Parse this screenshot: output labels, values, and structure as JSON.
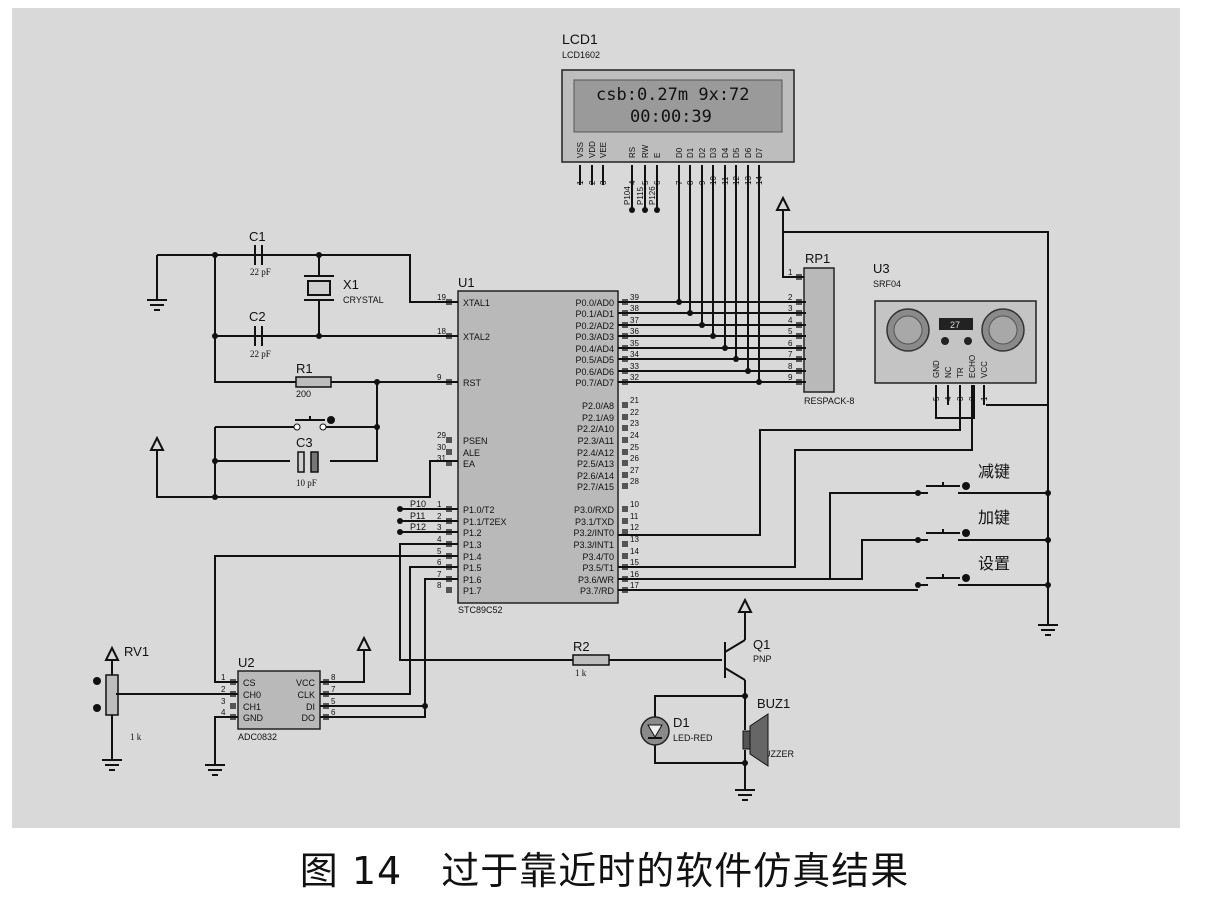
{
  "figure": {
    "caption": "图 14　过于靠近时的软件仿真结果"
  },
  "lcd": {
    "ref": "LCD1",
    "model": "LCD1602",
    "line1": "csb:0.27m 9x:72",
    "line2": "00:00:39",
    "pin_labels": [
      "VSS",
      "VDD",
      "VEE",
      "RS",
      "RW",
      "E",
      "D0",
      "D1",
      "D2",
      "D3",
      "D4",
      "D5",
      "D6",
      "D7"
    ],
    "pin_numbers": [
      "1",
      "2",
      "3",
      "4",
      "5",
      "6",
      "7",
      "8",
      "9",
      "10",
      "11",
      "12",
      "13",
      "14"
    ],
    "net_labels": [
      "P104",
      "P115",
      "P126"
    ]
  },
  "mcu": {
    "ref": "U1",
    "model": "STC89C52",
    "left_pins": [
      {
        "num": "19",
        "name": "XTAL1"
      },
      {
        "num": "18",
        "name": "XTAL2"
      },
      {
        "num": "9",
        "name": "RST"
      },
      {
        "num": "29",
        "name": "PSEN"
      },
      {
        "num": "30",
        "name": "ALE"
      },
      {
        "num": "31",
        "name": "EA"
      },
      {
        "num": "1",
        "name": "P1.0/T2"
      },
      {
        "num": "2",
        "name": "P1.1/T2EX"
      },
      {
        "num": "3",
        "name": "P1.2"
      },
      {
        "num": "4",
        "name": "P1.3"
      },
      {
        "num": "5",
        "name": "P1.4"
      },
      {
        "num": "6",
        "name": "P1.5"
      },
      {
        "num": "7",
        "name": "P1.6"
      },
      {
        "num": "8",
        "name": "P1.7"
      }
    ],
    "left_nets": [
      "P10",
      "P11",
      "P12"
    ],
    "right_pins": [
      {
        "num": "39",
        "name": "P0.0/AD0"
      },
      {
        "num": "38",
        "name": "P0.1/AD1"
      },
      {
        "num": "37",
        "name": "P0.2/AD2"
      },
      {
        "num": "36",
        "name": "P0.3/AD3"
      },
      {
        "num": "35",
        "name": "P0.4/AD4"
      },
      {
        "num": "34",
        "name": "P0.5/AD5"
      },
      {
        "num": "33",
        "name": "P0.6/AD6"
      },
      {
        "num": "32",
        "name": "P0.7/AD7"
      },
      {
        "num": "21",
        "name": "P2.0/A8"
      },
      {
        "num": "22",
        "name": "P2.1/A9"
      },
      {
        "num": "23",
        "name": "P2.2/A10"
      },
      {
        "num": "24",
        "name": "P2.3/A11"
      },
      {
        "num": "25",
        "name": "P2.4/A12"
      },
      {
        "num": "26",
        "name": "P2.5/A13"
      },
      {
        "num": "27",
        "name": "P2.6/A14"
      },
      {
        "num": "28",
        "name": "P2.7/A15"
      },
      {
        "num": "10",
        "name": "P3.0/RXD"
      },
      {
        "num": "11",
        "name": "P3.1/TXD"
      },
      {
        "num": "12",
        "name": "P3.2/INT0"
      },
      {
        "num": "13",
        "name": "P3.3/INT1"
      },
      {
        "num": "14",
        "name": "P3.4/T0"
      },
      {
        "num": "15",
        "name": "P3.5/T1"
      },
      {
        "num": "16",
        "name": "P3.6/WR"
      },
      {
        "num": "17",
        "name": "P3.7/RD"
      }
    ]
  },
  "rp1": {
    "ref": "RP1",
    "model": "RESPACK-8",
    "pins": [
      "1",
      "2",
      "3",
      "4",
      "5",
      "6",
      "7",
      "8",
      "9"
    ]
  },
  "u3": {
    "ref": "U3",
    "model": "SRF04",
    "readout": "27",
    "pin_labels": [
      "GND",
      "NC",
      "TR",
      "ECHO",
      "VCC"
    ],
    "pin_numbers": [
      "5",
      "4",
      "3",
      "2",
      "1"
    ]
  },
  "c1": {
    "ref": "C1",
    "value": "22 pF"
  },
  "c2": {
    "ref": "C2",
    "value": "22 pF"
  },
  "x1": {
    "ref": "X1",
    "model": "CRYSTAL"
  },
  "r1": {
    "ref": "R1",
    "value": "200"
  },
  "c3": {
    "ref": "C3",
    "value": "10 pF"
  },
  "rv1": {
    "ref": "RV1",
    "value": "1 k"
  },
  "u2": {
    "ref": "U2",
    "model": "ADC0832",
    "left_pins": [
      {
        "num": "1",
        "name": "CS"
      },
      {
        "num": "2",
        "name": "CH0"
      },
      {
        "num": "3",
        "name": "CH1"
      },
      {
        "num": "4",
        "name": "GND"
      }
    ],
    "right_pins": [
      {
        "num": "8",
        "name": "VCC"
      },
      {
        "num": "7",
        "name": "CLK"
      },
      {
        "num": "5",
        "name": "DI"
      },
      {
        "num": "6",
        "name": "DO"
      }
    ]
  },
  "r2": {
    "ref": "R2",
    "value": "1 k"
  },
  "q1": {
    "ref": "Q1",
    "model": "PNP"
  },
  "d1": {
    "ref": "D1",
    "model": "LED-RED"
  },
  "buz1": {
    "ref": "BUZ1",
    "model": "BUZZER"
  },
  "buttons": [
    "减键",
    "加键",
    "设置"
  ]
}
